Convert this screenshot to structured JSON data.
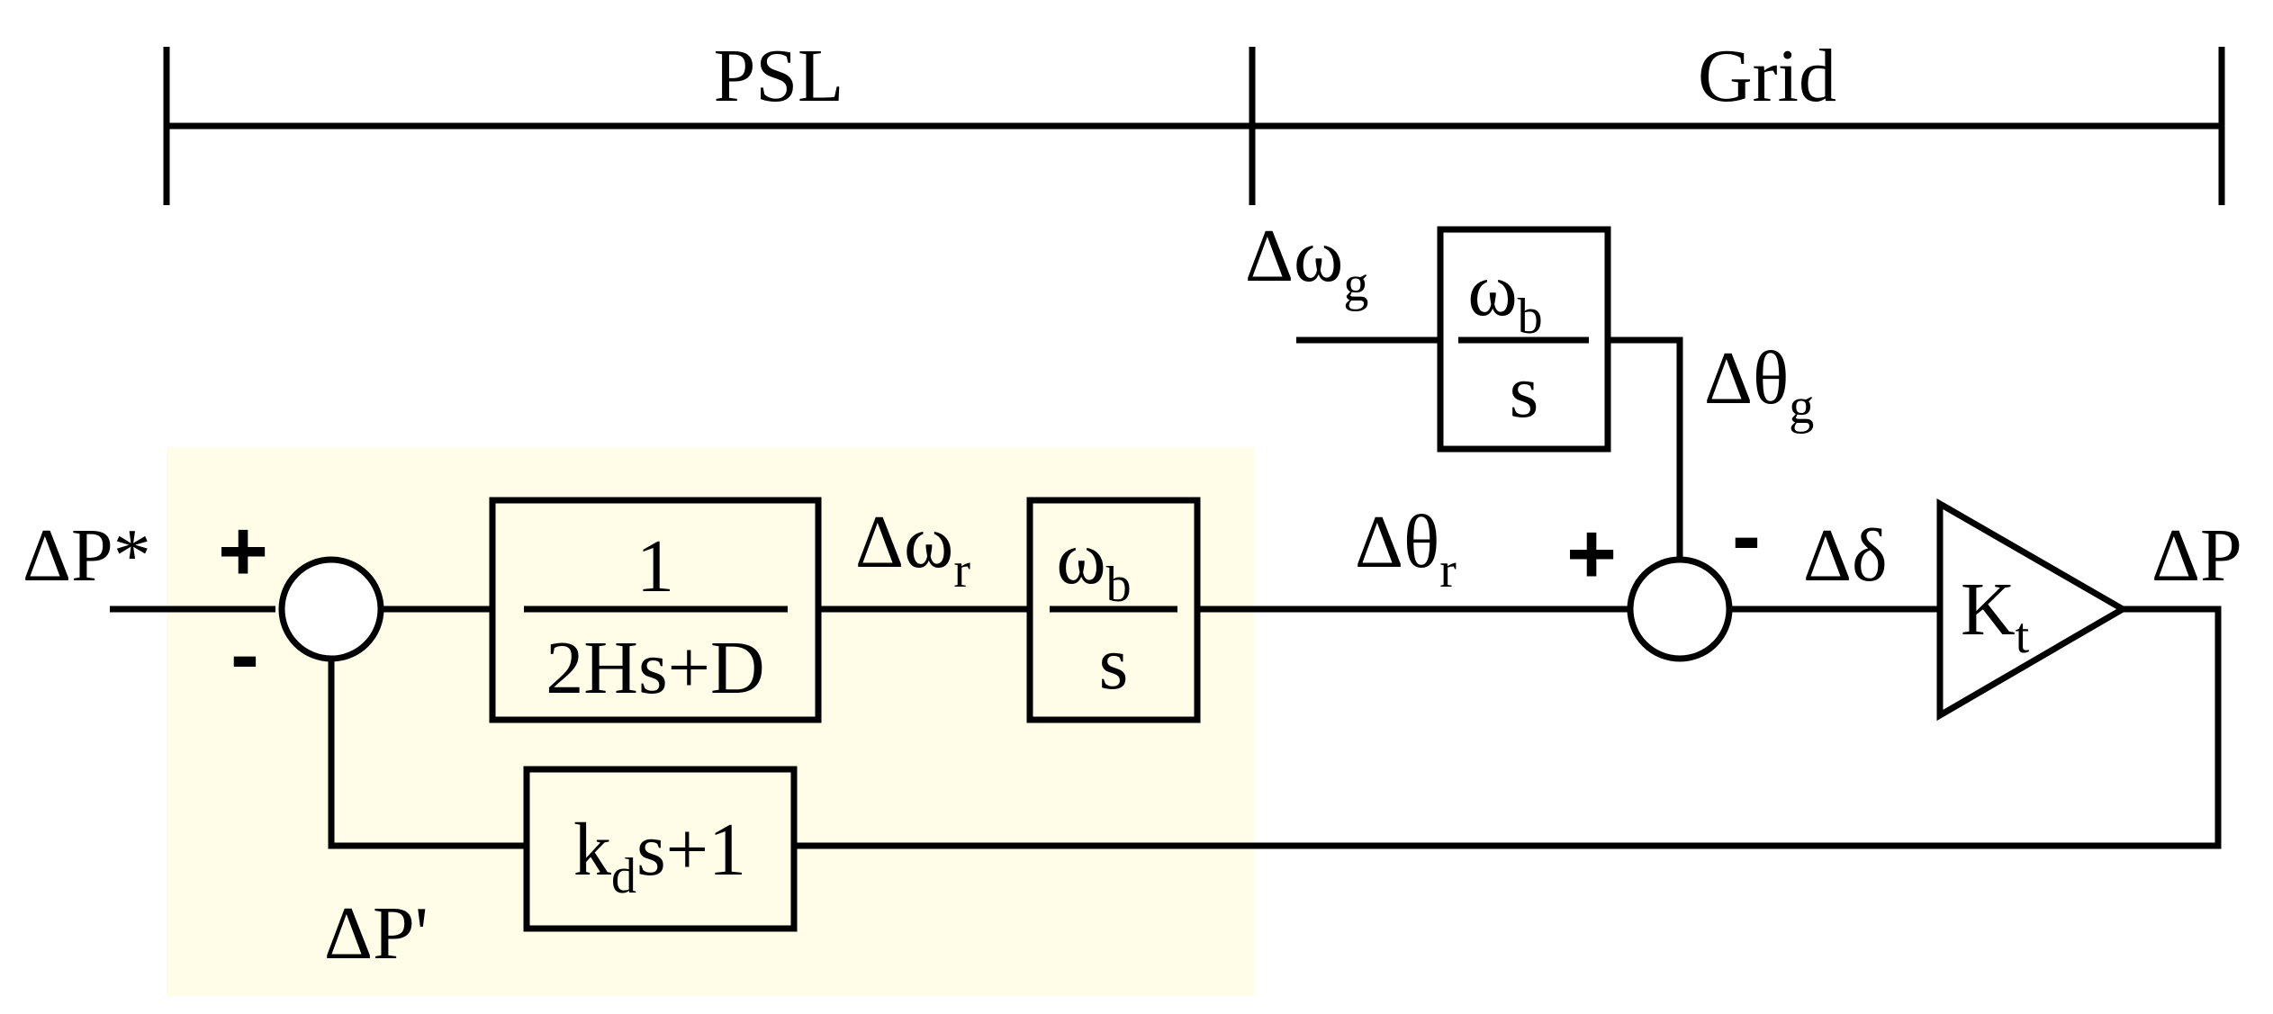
{
  "sections": {
    "psl": "PSL",
    "grid": "Grid"
  },
  "colors": {
    "psl_region": "#fffde8",
    "line": "#000000"
  },
  "blocks": {
    "inertia": {
      "numerator": "1",
      "denominator": "2Hs+D"
    },
    "integrator_rotor": {
      "numerator_main": "ω",
      "numerator_sub": "b",
      "denominator": "s"
    },
    "integrator_grid": {
      "numerator_main": "ω",
      "numerator_sub": "b",
      "denominator": "s"
    },
    "damping": {
      "main": "k",
      "sub": "d",
      "rest": "s+1"
    },
    "gain": {
      "main": "K",
      "sub": "t"
    }
  },
  "signals": {
    "p_ref": "ΔP*",
    "omega_r": {
      "main": "Δω",
      "sub": "r"
    },
    "theta_r": {
      "main": "Δθ",
      "sub": "r"
    },
    "omega_g": {
      "main": "Δω",
      "sub": "g"
    },
    "theta_g": {
      "main": "Δθ",
      "sub": "g"
    },
    "delta": "Δδ",
    "p_out": "ΔP",
    "p_fb": "ΔP'"
  },
  "signs": {
    "sum1_plus": "+",
    "sum1_minus": "-",
    "sum2_plus": "+",
    "sum2_minus": "-"
  }
}
